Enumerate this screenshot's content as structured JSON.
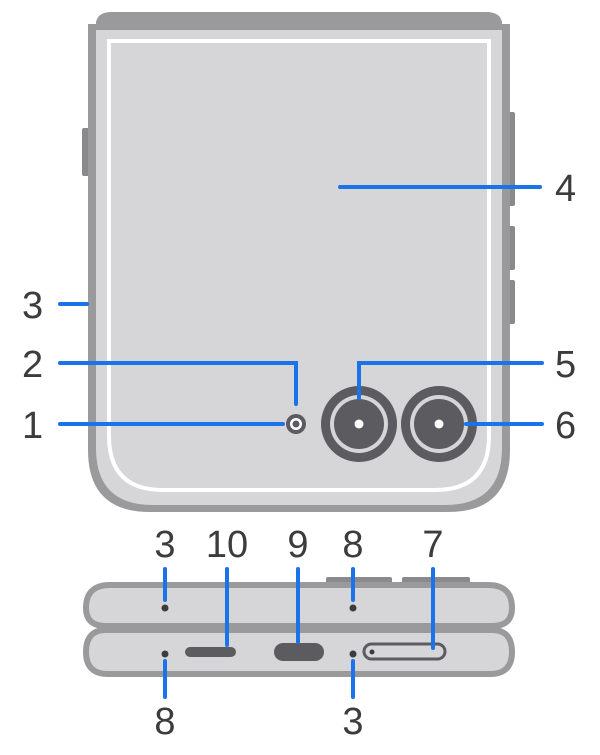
{
  "colors": {
    "body": "#d6d6d8",
    "frame": "#9a9a9c",
    "frame_dark": "#7d7d80",
    "leader": "#1a73e8",
    "text": "#3c3c3c",
    "camera": "#5c5c60"
  },
  "callouts": {
    "n1": "1",
    "n2": "2",
    "n3_side": "3",
    "n4": "4",
    "n5": "5",
    "n6": "6",
    "n3_bottom_top": "3",
    "n10": "10",
    "n9": "9",
    "n8_bottom_top": "8",
    "n7": "7",
    "n8_bottom_low": "8",
    "n3_bottom_low": "3"
  }
}
